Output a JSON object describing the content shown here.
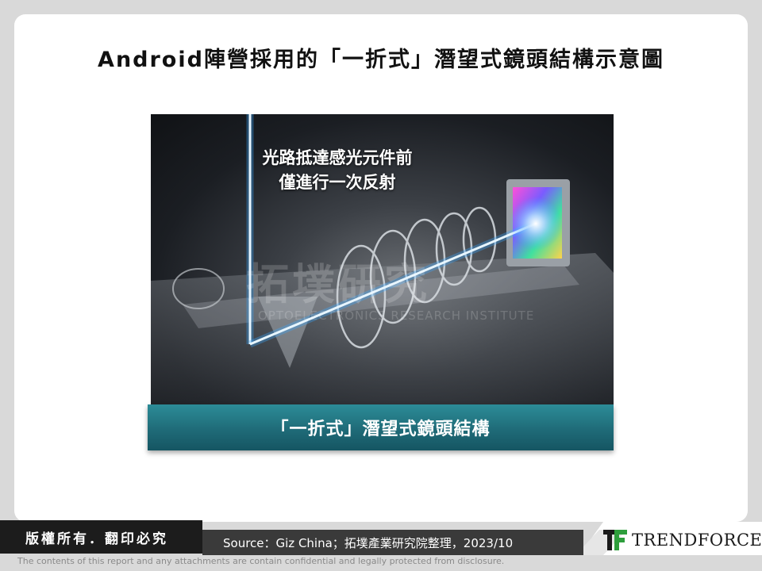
{
  "title": "Android陣營採用的「一折式」潛望式鏡頭結構示意圖",
  "figure": {
    "overlay_line1": "光路抵達感光元件前",
    "overlay_line2": "僅進行一次反射",
    "watermark": "拓墣研究",
    "watermark_sub": "OPTOELECTRONICS RESEARCH INSTITUTE",
    "caption": "「一折式」潛望式鏡頭結構"
  },
  "footer": {
    "copyright": "版權所有．翻印必究",
    "source": "Source：Giz China；拓墣產業研究院整理，2023/10",
    "logo_text": "TRENDFORCE",
    "disclaimer": "The contents of this report and any attachments are contain confidential and legally protected from disclosure."
  },
  "colors": {
    "caption_bar": "#1f6b78",
    "light_beam": "#3aa8ff",
    "logo_green": "#2e9e3c"
  }
}
